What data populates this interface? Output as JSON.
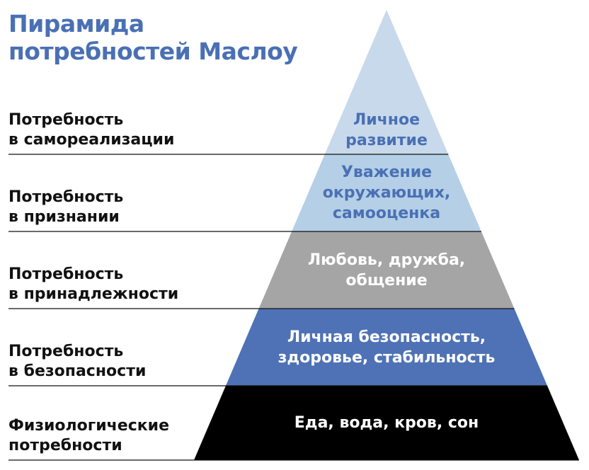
{
  "title": {
    "line1": "Пирамида",
    "line2": "потребностей Маслоу"
  },
  "levels": [
    {
      "label_line1": "Потребность",
      "label_line2": "в самореализации",
      "tier_lines": [
        "Личное",
        "развитие"
      ],
      "fill": "#c7d9ea",
      "text_color": "#4a70b4"
    },
    {
      "label_line1": "Потребность",
      "label_line2": "в признании",
      "tier_lines": [
        "Уважение",
        "окружающих,",
        "самооценка"
      ],
      "fill": "#b4cfe6",
      "text_color": "#4a70b4"
    },
    {
      "label_line1": "Потребность",
      "label_line2": "в принадлежности",
      "tier_lines": [
        "Любовь, дружба,",
        "общение"
      ],
      "fill": "#a5a5a5",
      "text_color": "#ffffff"
    },
    {
      "label_line1": "Потребность",
      "label_line2": "в безопасности",
      "tier_lines": [
        "Личная безопасность,",
        "здоровье, стабильность"
      ],
      "fill": "#4e72b5",
      "text_color": "#ffffff"
    },
    {
      "label_line1": "Физиологические",
      "label_line2": "потребности",
      "tier_lines": [
        "Еда, вода, кров, сон"
      ],
      "fill": "#000000",
      "text_color": "#ffffff"
    }
  ]
}
